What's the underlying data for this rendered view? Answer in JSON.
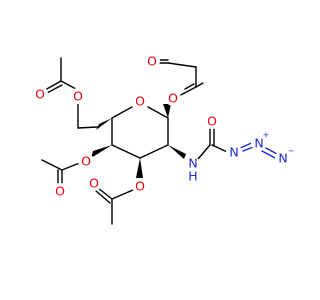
{
  "molecule": {
    "atoms": {
      "ring_o": {
        "symbol": "O",
        "element": "O"
      },
      "c1_o": {
        "symbol": "O",
        "element": "O"
      },
      "c1_ac_o": {
        "symbol": "O",
        "element": "O"
      },
      "c6_o": {
        "symbol": "O",
        "element": "O"
      },
      "c6_ac_o": {
        "symbol": "O",
        "element": "O"
      },
      "c4_o": {
        "symbol": "O",
        "element": "O"
      },
      "c4_ac_o": {
        "symbol": "O",
        "element": "O"
      },
      "c3_o": {
        "symbol": "O",
        "element": "O"
      },
      "c3_ac_o": {
        "symbol": "O",
        "element": "O"
      },
      "amide_o": {
        "symbol": "O",
        "element": "O"
      },
      "amide_n": {
        "symbol": "N",
        "element": "N",
        "suffix": "H"
      },
      "azide_n1": {
        "symbol": "N",
        "element": "N"
      },
      "azide_n2": {
        "symbol": "N",
        "element": "N",
        "charge": "+"
      },
      "azide_n3": {
        "symbol": "N",
        "element": "N",
        "charge": "−"
      }
    },
    "colors": {
      "carbon_bond": "#000000",
      "oxygen": "#e8000b",
      "nitrogen": "#1a2ad6",
      "background": "#ffffff"
    }
  }
}
